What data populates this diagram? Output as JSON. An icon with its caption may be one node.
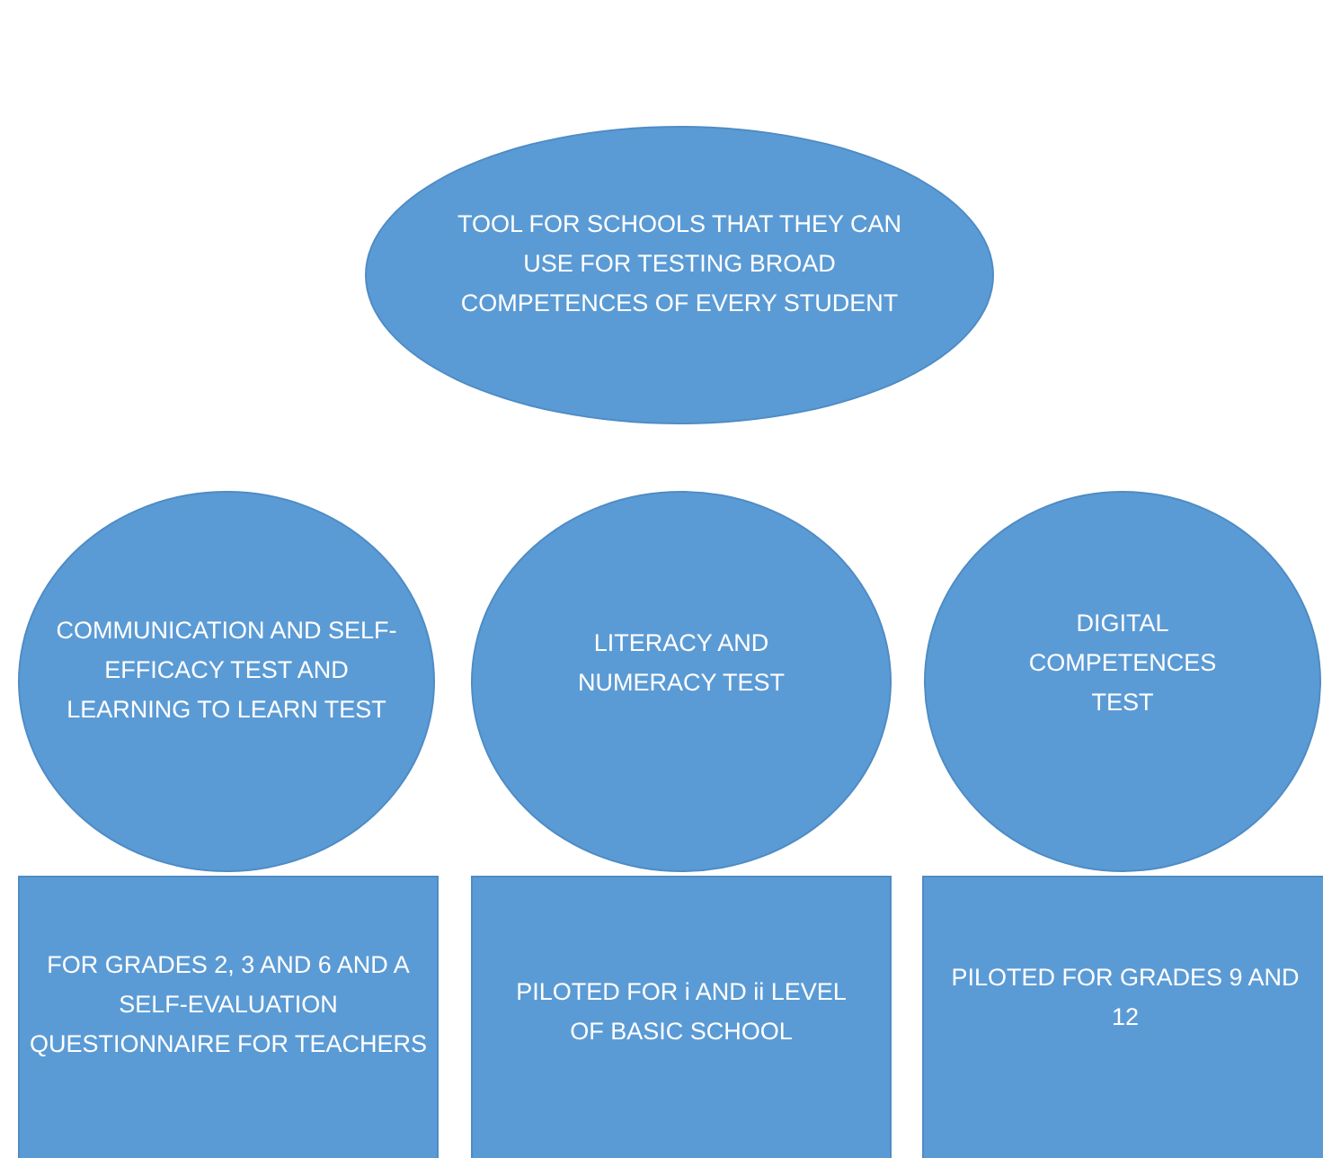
{
  "diagram": {
    "nodes": [
      {
        "text": [
          "TOOL FOR SCHOOLS THAT THEY CAN USE FOR TESTING BROAD COMPETENCES OF EVERY STUDENT"
        ]
      },
      {
        "text": [
          "COMMUNICATION AND SELF-EFFICACY TEST AND LEARNING TO LEARN TEST"
        ]
      },
      {
        "text": [
          "LITERACY AND NUMERACY TEST"
        ]
      },
      {
        "text": [
          "DIGITAL COMPETENCES TEST"
        ]
      },
      {
        "text": [
          "FOR GRADES 2, 3 AND 6 AND A SELF-EVALUATION QUESTIONNAIRE FOR TEACHERS"
        ]
      },
      {
        "text": [
          "PILOTED FOR i AND ii LEVEL OF BASIC SCHOOL"
        ]
      },
      {
        "text": [
          "PILOTED FOR GRADES 9 AND 12"
        ]
      }
    ]
  }
}
